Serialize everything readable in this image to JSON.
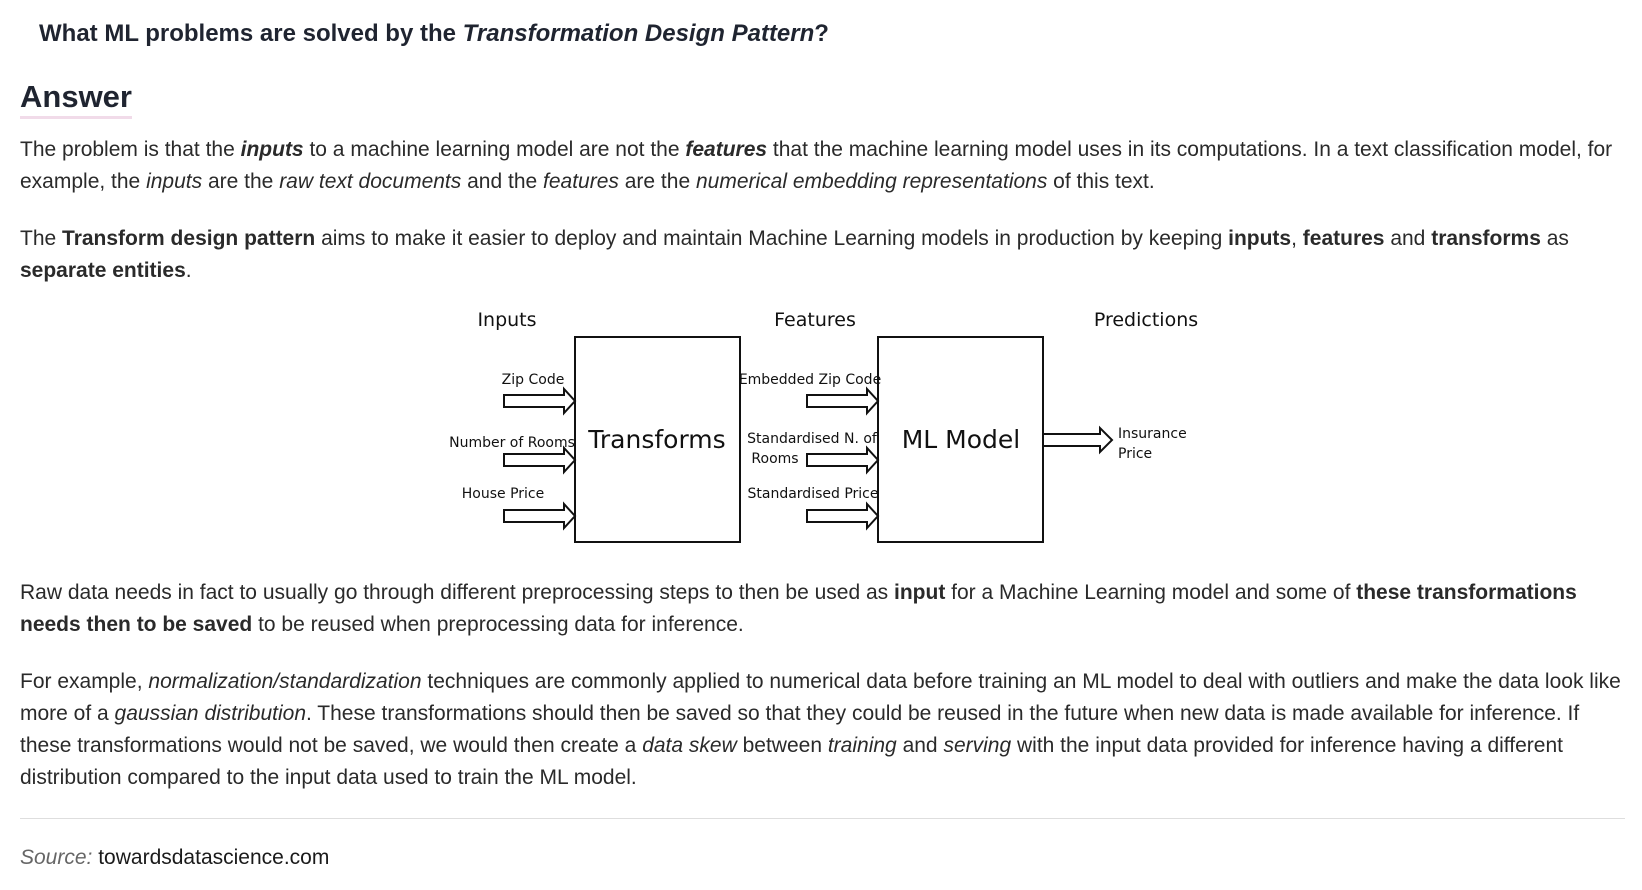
{
  "question": {
    "prefix": "What ML problems are solved by the ",
    "emphasis": "Transformation Design Pattern",
    "suffix": "?"
  },
  "answer_heading": "Answer",
  "paragraph1": {
    "s1": "The problem is that the ",
    "inputs": "inputs",
    "s2": " to a machine learning model are not the ",
    "features": "features",
    "s3": " that the machine learning model uses in its computations. In a text classification model, for example, the ",
    "inputs2": "inputs",
    "s4": " are the ",
    "raw_text": "raw text documents",
    "s5": " and the ",
    "features2": "features",
    "s6": " are the ",
    "embeddings": "numerical embedding representations",
    "s7": " of this text."
  },
  "paragraph2": {
    "s1": "The ",
    "pattern": "Transform design pattern",
    "s2": " aims to make it easier to deploy and maintain Machine Learning models in production by keeping ",
    "inputs": "inputs",
    "comma": ", ",
    "features": "features",
    "s3": " and ",
    "transforms": "transforms",
    "s4": " as ",
    "separate": "separate entities",
    "s5": "."
  },
  "diagram": {
    "column_headers": {
      "inputs": "Inputs",
      "features": "Features",
      "predictions": "Predictions"
    },
    "input_labels": {
      "zip": "Zip Code",
      "rooms": "Number of Rooms",
      "price": "House Price"
    },
    "transforms_box": "Transforms",
    "feature_labels": {
      "zip": "Embedded Zip Code",
      "rooms_line1": "Standardised N. of",
      "rooms_line2": "Rooms",
      "price": "Standardised Price"
    },
    "model_box": "ML Model",
    "output_label": {
      "line1": "Insurance",
      "line2": "Price"
    }
  },
  "paragraph3": {
    "s1": "Raw data needs in fact to usually go through different preprocessing steps to then be used as ",
    "input": "input",
    "s2": " for a Machine Learning model and some of ",
    "saved": "these transformations needs then to be saved",
    "s3": " to be reused when preprocessing data for inference."
  },
  "paragraph4": {
    "s1": "For example, ",
    "normalization": "normalization/standardization",
    "s2": " techniques are commonly applied to numerical data before training an ML model to deal with outliers and make the data look like more of a ",
    "gaussian": "gaussian distribution",
    "s3": ". These transformations should then be saved so that they could be reused in the future when new data is made available for inference. If these transformations would not be saved, we would then create a ",
    "skew": "data skew",
    "s4": " between ",
    "training": "training",
    "s5": " and ",
    "serving": "serving",
    "s6": " with the input data provided for inference having a different distribution compared to the input data used to train the ML model."
  },
  "source": {
    "label": "Source:",
    "link": "towardsdatascience.com"
  }
}
